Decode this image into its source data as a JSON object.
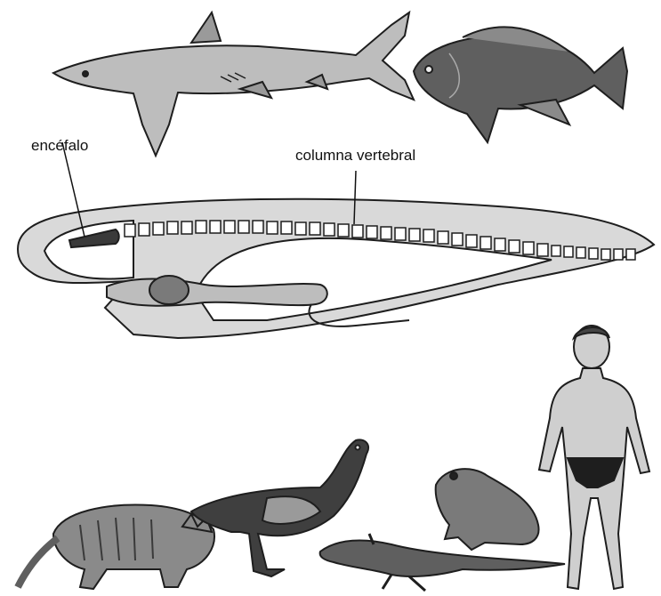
{
  "labels": {
    "brain": "encéfalo",
    "spine": "columna vertebral"
  },
  "illustrations": [
    "shark",
    "fish",
    "vertebrate-body-section",
    "cat",
    "pigeon",
    "lizard",
    "frog",
    "human"
  ],
  "colors": {
    "ink": "#1e1e1e",
    "body_fill": "#d9d9d9",
    "dark_fill": "#6a6a6a",
    "background": "#ffffff"
  }
}
